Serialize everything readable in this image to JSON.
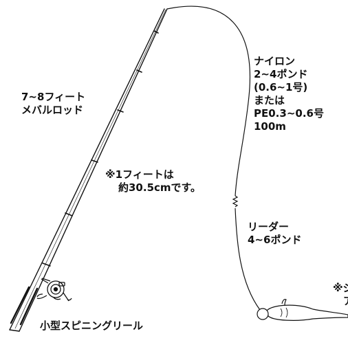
{
  "labels": {
    "rod": [
      "7~8フィート",
      "メバルロッド"
    ],
    "foot_note": [
      "※1フィートは",
      "約30.5cmです。"
    ],
    "main_line": [
      "ナイロン",
      "2~4ポンド",
      "(0.6~1号)",
      "または",
      "PE0.3~0.6号",
      "100m"
    ],
    "leader": [
      "リーダー",
      "4~6ポンド"
    ],
    "reel": "小型スピニングリール",
    "cut_off_note": [
      "※ジ",
      "ア"
    ]
  },
  "colors": {
    "line": "#111111",
    "background": "#ffffff"
  }
}
